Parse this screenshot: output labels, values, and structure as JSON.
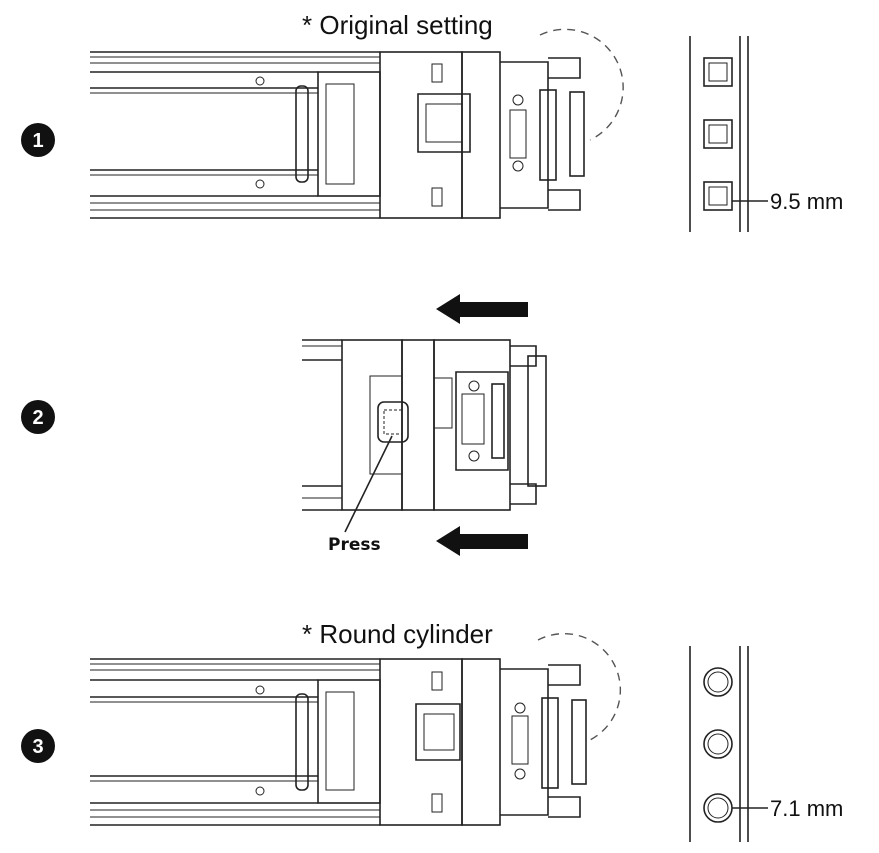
{
  "steps": [
    {
      "number": "1",
      "caption": "* Original setting",
      "measure": "9.5 mm"
    },
    {
      "number": "2",
      "annotation": "Press"
    },
    {
      "number": "3",
      "caption": "* Round cylinder",
      "measure": "7.1 mm"
    }
  ]
}
